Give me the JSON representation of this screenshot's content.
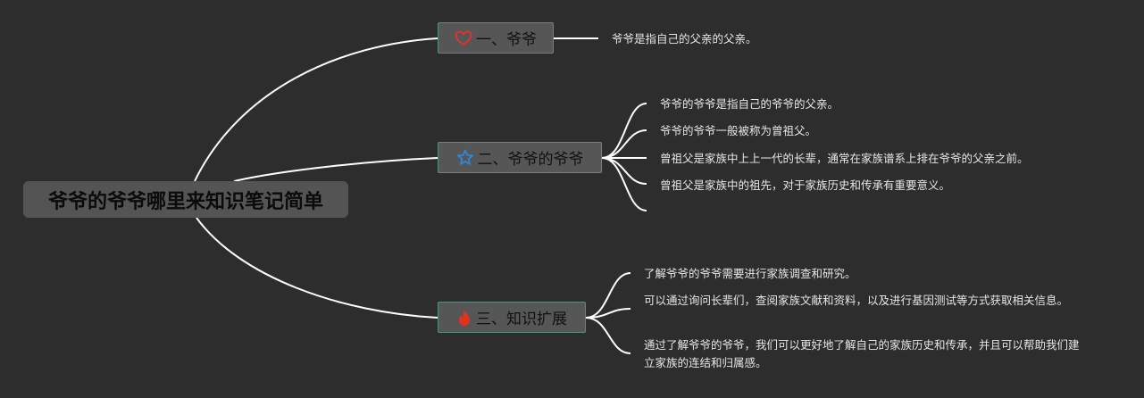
{
  "root": {
    "title": "爷爷的爷爷哪里来知识笔记简单"
  },
  "branches": [
    {
      "label": "一、爷爷",
      "icon": "heart-outline-icon",
      "icon_color": "#d9352e",
      "children": [
        "爷爷是指自己的父亲的父亲。"
      ]
    },
    {
      "label": "二、爷爷的爷爷",
      "icon": "star-outline-icon",
      "icon_color": "#2e86d9",
      "children": [
        "爷爷的爷爷是指自己的爷爷的父亲。",
        "爷爷的爷爷一般被称为曾祖父。",
        "曾祖父是家族中上上一代的长辈，通常在家族谱系上排在爷爷的父亲之前。",
        "曾祖父是家族中的祖先，对于家族历史和传承有重要意义。"
      ]
    },
    {
      "label": "三、知识扩展",
      "icon": "fire-icon",
      "icon_color": "#e0321f",
      "children": [
        "了解爷爷的爷爷需要进行家族调查和研究。",
        "可以通过询问长辈们，查阅家族文献和资料，以及进行基因测试等方式获取相关信息。",
        "通过了解爷爷的爷爷，我们可以更好地了解自己的家族历史和传承，并且可以帮助我们建立家族的连结和归属感。"
      ]
    }
  ],
  "colors": {
    "background": "#2d2d2d",
    "root_fill": "#545454",
    "branch_fill": "#565656",
    "branch_border": "#5c8c84",
    "edge": "#ffffff",
    "leaf_text": "#e6e6e6"
  }
}
